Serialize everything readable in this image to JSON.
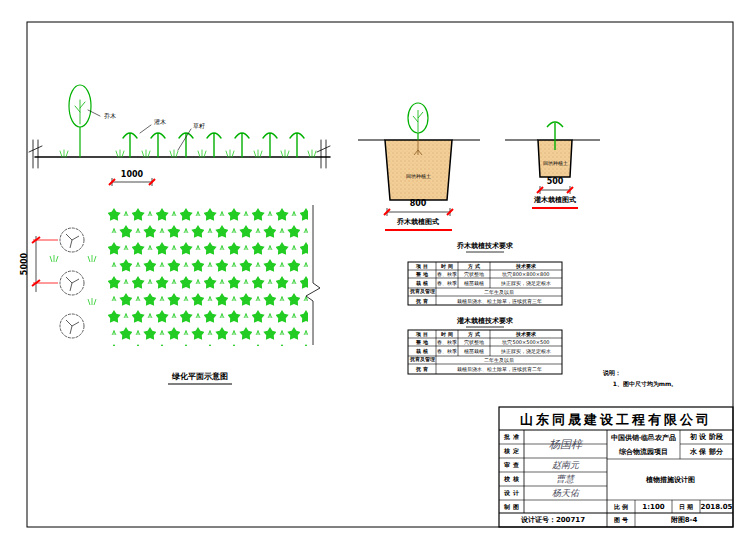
{
  "diagram": {
    "labels": [
      "乔木",
      "灌木",
      "草籽",
      "1000",
      "5000",
      "绿化平面示意图",
      "回填种植土",
      "800",
      "乔木栽植图式",
      "回填种植土",
      "500",
      "灌木栽植图式",
      "乔木栽植技术要求",
      "项 目",
      "时 间",
      "方 式",
      "技术要求",
      "整 地",
      "春、秋季",
      "穴状整地",
      "坑穴800×800×800",
      "栽 植",
      "春、秋季",
      "植苗栽植",
      "扶正踩实，浇足定根水",
      "抚育及管理",
      "二年生及以后",
      "抚 育",
      "栽植后浇水、松土除草，连续抚育三年",
      "灌木栽植技术要求",
      "项 目",
      "时 间",
      "方 式",
      "技术要求",
      "整 地",
      "春、秋季",
      "穴状整地",
      "坑穴500×500×500",
      "栽 植",
      "春、秋季",
      "植苗栽植",
      "扶正踩实，浇足定根水",
      "抚育及管理",
      "二年生及以后",
      "抚 育",
      "栽植后浇水、松土除草，连续抚育二年",
      "说明：",
      "1、图中尺寸均为mm。",
      "山东同晟建设工程有限公司",
      "批 准",
      "核 定",
      "审 查",
      "校 核",
      "设 计",
      "制 图",
      "杨国梓",
      "赵南元",
      "曹慧",
      "杨天佑",
      "中国供销·临邑农产品",
      "综合物流园项目",
      "初 设 阶段",
      "水 保 部分",
      "植物措施设计图",
      "比 例",
      "1:100",
      "日 期",
      "2018.05",
      "设计证号：200717",
      "图 号",
      "附图8-4"
    ]
  }
}
